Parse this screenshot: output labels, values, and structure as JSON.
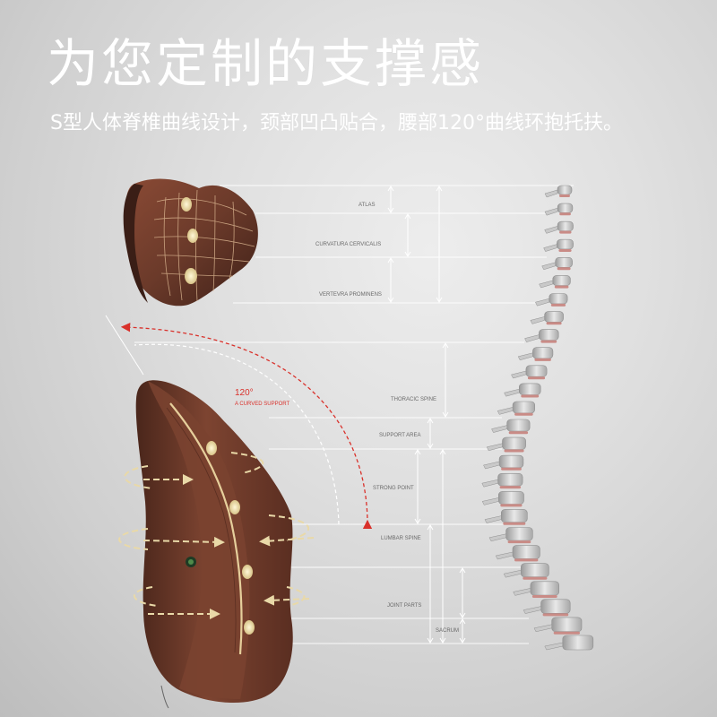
{
  "header": {
    "title": "为您定制的支撑感",
    "subtitle": "S型人体脊椎曲线设计，颈部凹凸贴合，腰部120°曲线环抱托扶。"
  },
  "angle": {
    "value": "120°",
    "caption": "A CURVED SUPPORT"
  },
  "labels": {
    "atlas": "ATLAS",
    "curvatura": "CURVATURA CERVICALIS",
    "vertevra": "VERTEVRA PROMINENS",
    "thoracic": "THORACIC SPINE",
    "support_area": "SUPPORT AREA",
    "strong_point": "STRONG POINT",
    "lumbar": "LUMBAR SPINE",
    "joint": "JOINT PARTS",
    "sacrum": "SACRUM"
  },
  "colors": {
    "pillow": "#6b3a2a",
    "accent_red": "#d9312b",
    "title_text": "#ffffff"
  }
}
